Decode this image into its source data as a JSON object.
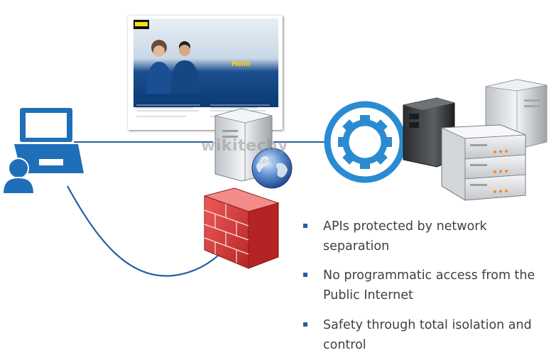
{
  "bullets": [
    "APIs protected by network separation",
    "No programmatic access from the Public Internet",
    "Safety through total isolation  and control"
  ],
  "website": {
    "greeting": "Hello"
  },
  "watermark": {
    "text": "wikitechy",
    "sub": ".com"
  },
  "colors": {
    "blue": "#1f5fa8",
    "bullet_text": "#404040",
    "firewall_red": "#d63a3a",
    "gear_blue": "#2a8bd2"
  },
  "icons": [
    "laptop-icon",
    "user-icon",
    "web-server-icon",
    "globe-icon",
    "firewall-icon",
    "gear-icon",
    "server-rack-icon",
    "tower-server-icon"
  ]
}
